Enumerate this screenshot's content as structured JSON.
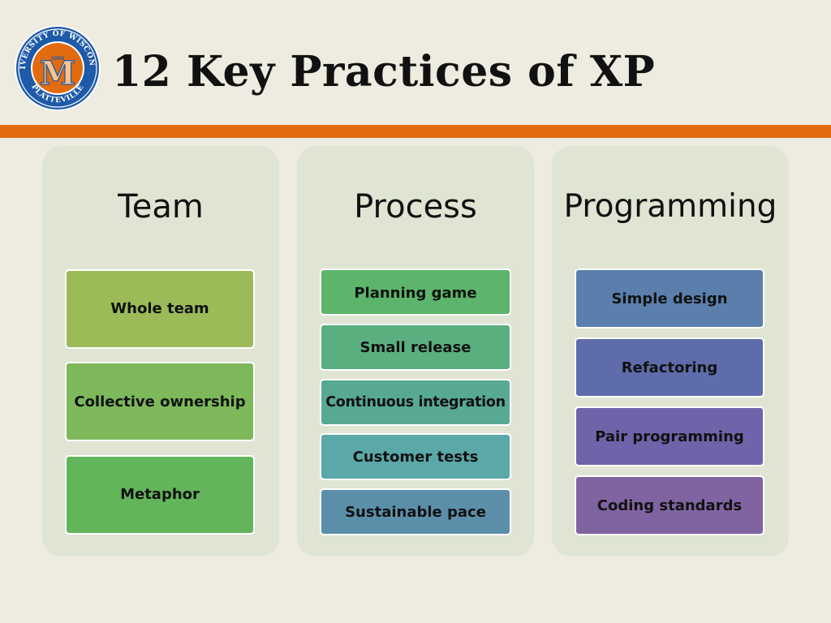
{
  "slide": {
    "title": "12 Key Practices of XP"
  },
  "logo": {
    "ring_text_top": "UNIVERSITY OF WISCONSIN",
    "ring_text_bottom": "PLATTEVILLE",
    "year": "1866",
    "letter": "M",
    "colors": {
      "ring": "#1d5aa8",
      "inner": "#e26b10",
      "letter": "#f7c590"
    }
  },
  "accent_color": "#e26b10",
  "columns": [
    {
      "heading": "Team",
      "boxes": [
        {
          "label": "Whole team",
          "color": "#9bbb59"
        },
        {
          "label": "Collective ownership",
          "color": "#7db95a"
        },
        {
          "label": "Metaphor",
          "color": "#63b55b"
        }
      ]
    },
    {
      "heading": "Process",
      "boxes": [
        {
          "label": "Planning game",
          "color": "#5cb56a"
        },
        {
          "label": "Small release",
          "color": "#5aaf7f"
        },
        {
          "label": "Continuous integration",
          "color": "#57a994"
        },
        {
          "label": "Customer tests",
          "color": "#5aa8a8"
        },
        {
          "label": "Sustainable pace",
          "color": "#5b8fa9"
        }
      ]
    },
    {
      "heading": "Programming",
      "boxes": [
        {
          "label": "Simple design",
          "color": "#5b7fad"
        },
        {
          "label": "Refactoring",
          "color": "#5e6cab"
        },
        {
          "label": "Pair programming",
          "color": "#6e64aa"
        },
        {
          "label": "Coding standards",
          "color": "#8064a2"
        }
      ]
    }
  ]
}
